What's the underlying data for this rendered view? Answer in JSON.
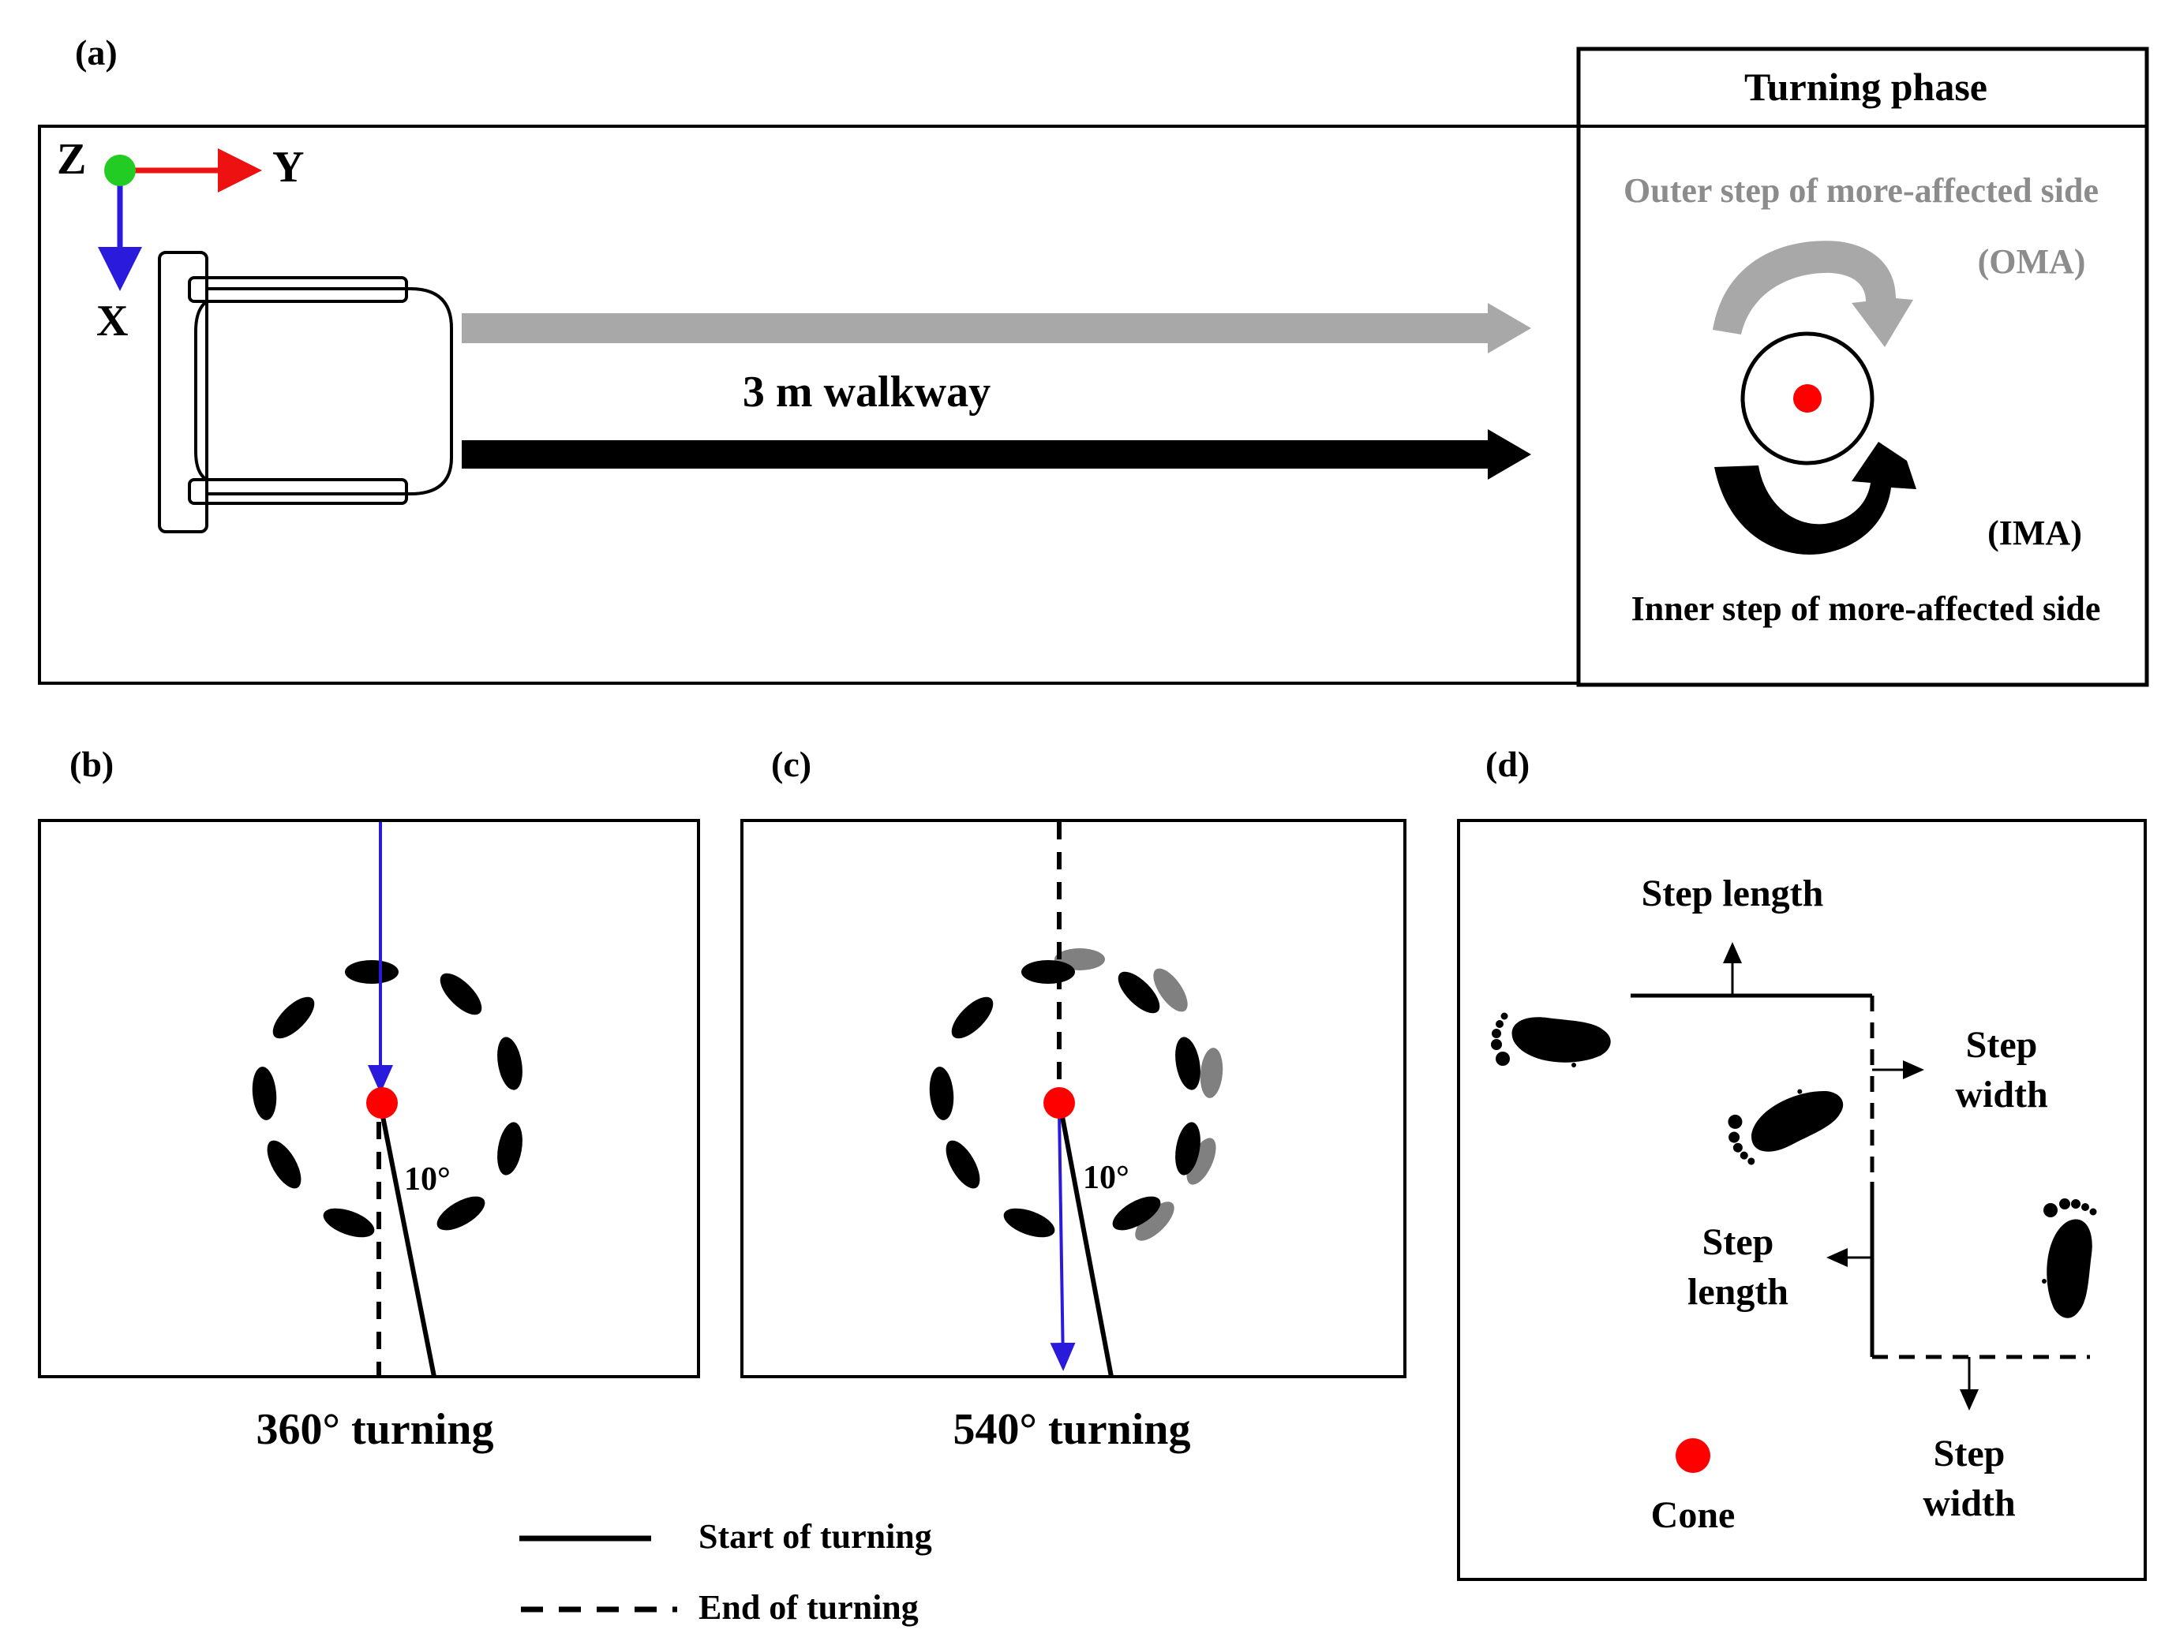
{
  "panels": {
    "a": {
      "label": "(a)",
      "axes": {
        "z": "Z",
        "y": "Y",
        "x": "X"
      },
      "walkway_label": "3 m walkway",
      "turning_title": "Turning phase",
      "outer_step": "Outer step of more-affected side",
      "oma": "(OMA)",
      "ima": "(IMA)",
      "inner_step": "Inner step of more-affected side"
    },
    "b": {
      "label": "(b)",
      "angle": "10°",
      "caption": "360° turning"
    },
    "c": {
      "label": "(c)",
      "angle": "10°",
      "caption": "540° turning"
    },
    "d": {
      "label": "(d)",
      "step_length_top": "Step length",
      "step_width_right_1": "Step",
      "step_width_right_2": "width",
      "step_length_mid_1": "Step",
      "step_length_mid_2": "length",
      "step_width_bottom_1": "Step",
      "step_width_bottom_2": "width",
      "cone": "Cone"
    },
    "legend": {
      "start": "Start of turning",
      "end": "End of turning"
    }
  },
  "colors": {
    "cone": "#ff0000",
    "trajectory": "#2a1bdc",
    "z_axis": "#22cc22",
    "y_axis": "#ee1111",
    "x_axis": "#2a1bdc",
    "outer_arrow": "#a8a8a8",
    "inner_arrow": "#000000",
    "step_gray": "#808080",
    "oma_text": "#8c8c8c"
  },
  "icons": {
    "walker": "walker-frame-icon",
    "footprint": "footprint-icon",
    "cone": "cone-marker-icon"
  }
}
